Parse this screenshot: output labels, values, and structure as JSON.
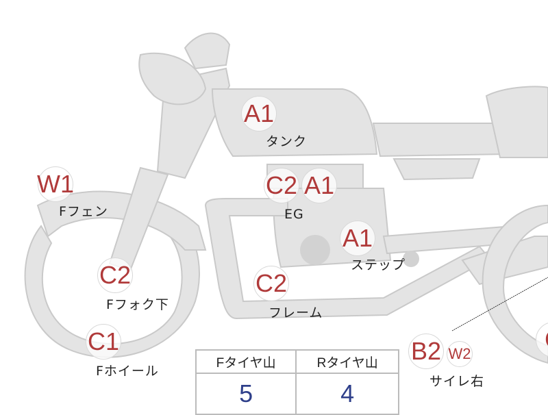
{
  "colors": {
    "grade": "#b03a3a",
    "value": "#2e3f8a",
    "body": "#e4e4e4",
    "outline": "#c9c9c9"
  },
  "labels": [
    {
      "grade": "A1",
      "part": "タンク"
    },
    {
      "grade": "W1",
      "part": "Fフェン"
    },
    {
      "grade": "C2",
      "part": "EG"
    },
    {
      "grade": "A1",
      "part": ""
    },
    {
      "grade": "A1",
      "part": "ステップ"
    },
    {
      "grade": "C2",
      "part": "Fフォク下"
    },
    {
      "grade": "C2",
      "part": "フレーム"
    },
    {
      "grade": "C1",
      "part": "Fホイール"
    },
    {
      "grade": "B2",
      "part": "サイレ右"
    },
    {
      "grade": "W2",
      "part": ""
    },
    {
      "grade": "C",
      "part": ""
    }
  ],
  "tire_table": {
    "headers": [
      "Fタイヤ山",
      "Rタイヤ山"
    ],
    "values": [
      "5",
      "4"
    ]
  }
}
